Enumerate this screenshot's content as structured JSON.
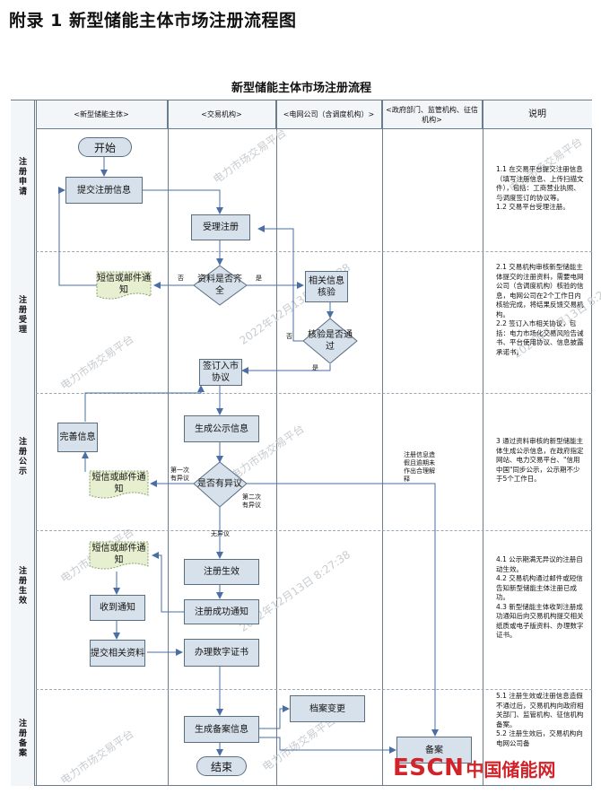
{
  "page_title": "附录 1  新型储能主体市场注册流程图",
  "chart_title": "新型储能主体市场注册流程",
  "columns": [
    "<新型储能主体>",
    "<交易机构>",
    "<电网公司（含调度机构）>",
    "<政府部门、监管机构、征信机构>",
    "说明"
  ],
  "phases": [
    "注册申请",
    "注册受理",
    "注册公示",
    "注册生效",
    "注册备案"
  ],
  "nodes": {
    "start": "开始",
    "submit_info": "提交注册信息",
    "accept": "受理注册",
    "complete_q": "资料是否齐全",
    "sms_1": "短信或邮件通知",
    "related_verify": "相关信息核验",
    "verify_q": "核验是否通过",
    "sign": "签订入市协议",
    "gen_public": "生成公示信息",
    "improve": "完善信息",
    "dispute_q": "是否有异议",
    "sms_2": "短信或邮件通知",
    "reg_effect": "注册生效",
    "sms_3": "短信或邮件通知",
    "receive": "收到通知",
    "success_notice": "注册成功通知",
    "submit_docs": "提交相关资料",
    "cert": "办理数字证书",
    "archive_change": "档案变更",
    "gen_record": "生成备案信息",
    "end": "结束",
    "record": "备案"
  },
  "edge_labels": {
    "no_1": "否",
    "yes_1": "是",
    "no_2": "否",
    "yes_2": "是",
    "first_dispute": "第一次有异议",
    "second_dispute": "第二次有异议",
    "no_dispute": "无异议",
    "gov_note": "注册信息造假且逾期未作出合理解释"
  },
  "notes": {
    "n1": "1.1 在交易平台提交注册信息（填写注册信息、上传扫描文件），包括：工商营业执照、与调度签订的协议等。\n1.2 交易平台受理注册。",
    "n2": "2.1 交易机构审核新型储能主体提交的注册资料，需要电网公司（含调度机构）核验的信息，电网公司在2个工作日内核验完成，将结果反馈交易机构。\n2.2 签订入市相关协议，包括：电力市场化交易风险告诫书、平台使用协议、信息披露承诺书。",
    "n3": "3 通过资料审核的新型储能主体生成公示信息，在政府指定网站、电力交易平台、\"信用中国\"同步公示，公示期不少于5个工作日。",
    "n4": "4.1 公示期满无异议的注册自动生效。\n4.2 交易机构通过邮件或短信告知新型储能主体注册已成功。\n4.3 新型储能主体收到注册成功通知后向交易机构提交相关纸质或电子版资料、办理数字证书。",
    "n5": "5.1 注册生效或注册信息造假不通过后，交易机构向政府相关部门、监管机构、征信机构备案。\n5.2 注册生效后，交易机构向电网公司备"
  },
  "watermarks": [
    "电力市场交易平台",
    "2022年12月13日 8:27:38",
    "电力市场交易平台",
    "2022年12月13日 8:27:38",
    "电力市场交易平台",
    "2022年12月13日 8:27:38",
    "电力市场交易平台",
    "电力市场交易平台",
    "电力市场交易平台",
    "电力市场交易平台"
  ],
  "logo": {
    "en": "ESCN",
    "cn": "中国储能网"
  },
  "colors": {
    "node_fill": "#d7e1eb",
    "node_border": "#5a6e82",
    "doc_fill": "#e6efcf",
    "arrow": "#4a6fa5",
    "logo": "#d2232a"
  }
}
